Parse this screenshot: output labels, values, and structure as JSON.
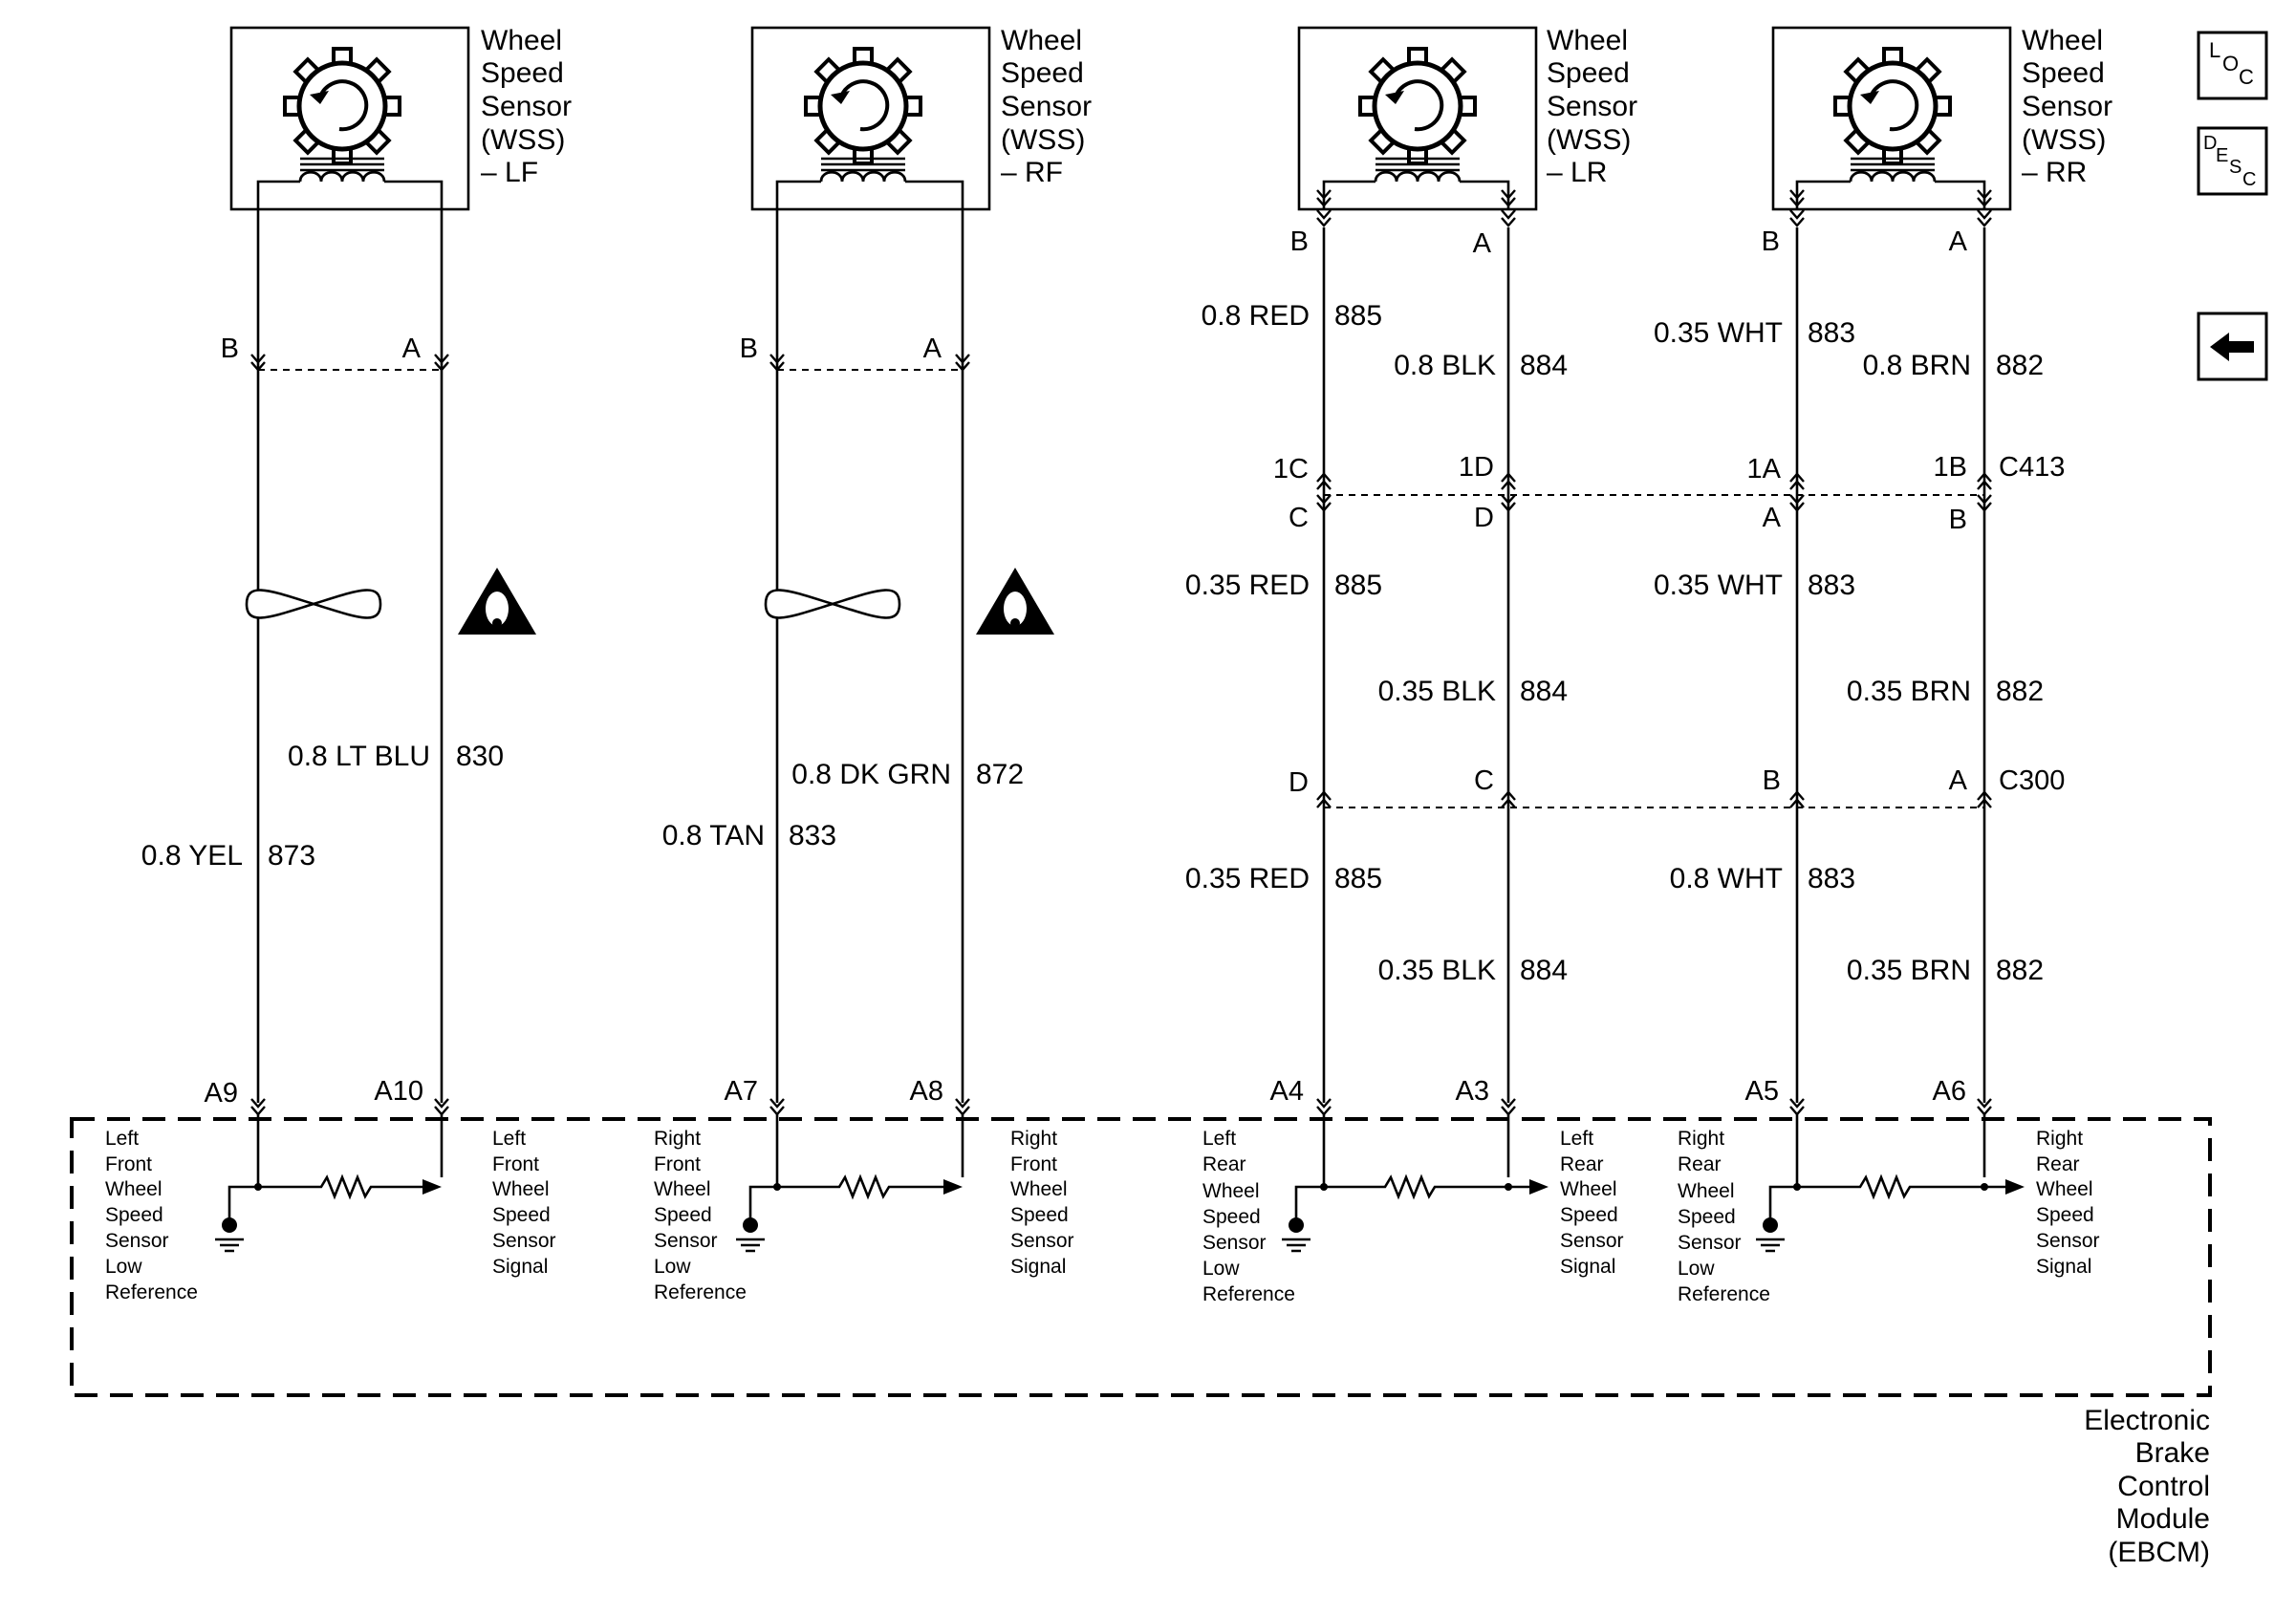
{
  "sensors": [
    {
      "id": "lf",
      "title": [
        "Wheel",
        "Speed",
        "Sensor",
        "(WSS)",
        "– LF"
      ],
      "pin_left": "B",
      "pin_right": "A"
    },
    {
      "id": "rf",
      "title": [
        "Wheel",
        "Speed",
        "Sensor",
        "(WSS)",
        "– RF"
      ],
      "pin_left": "B",
      "pin_right": "A"
    },
    {
      "id": "lr",
      "title": [
        "Wheel",
        "Speed",
        "Sensor",
        "(WSS)",
        "– LR"
      ],
      "pin_left": "B",
      "pin_right": "A"
    },
    {
      "id": "rr",
      "title": [
        "Wheel",
        "Speed",
        "Sensor",
        "(WSS)",
        "– RR"
      ],
      "pin_left": "B",
      "pin_right": "A"
    }
  ],
  "front_wires": {
    "lf": {
      "left": {
        "color": "0.8 YEL",
        "circuit": "873"
      },
      "right": {
        "color": "0.8 LT BLU",
        "circuit": "830"
      }
    },
    "rf": {
      "left": {
        "color": "0.8 TAN",
        "circuit": "833"
      },
      "right": {
        "color": "0.8 DK GRN",
        "circuit": "872"
      }
    }
  },
  "rear_top_wires": {
    "lr": {
      "left": {
        "color": "0.8 RED",
        "circuit": "885"
      },
      "right": {
        "color": "0.8 BLK",
        "circuit": "884"
      }
    },
    "rr": {
      "left": {
        "color": "0.35 WHT",
        "circuit": "883"
      },
      "right": {
        "color": "0.8 BRN",
        "circuit": "882"
      }
    }
  },
  "connector_c413": {
    "name": "C413",
    "top_pins": [
      "1C",
      "1D",
      "1A",
      "1B"
    ],
    "bottom_pins": [
      "C",
      "D",
      "A",
      "B"
    ]
  },
  "rear_mid_wires": {
    "lr": {
      "left": {
        "color": "0.35 RED",
        "circuit": "885"
      },
      "right": {
        "color": "0.35 BLK",
        "circuit": "884"
      }
    },
    "rr": {
      "left": {
        "color": "0.35 WHT",
        "circuit": "883"
      },
      "right": {
        "color": "0.35 BRN",
        "circuit": "882"
      }
    }
  },
  "connector_c300": {
    "name": "C300",
    "top_pins": [
      "D",
      "C",
      "B",
      "A"
    ]
  },
  "rear_bottom_wires": {
    "lr": {
      "left": {
        "color": "0.35 RED",
        "circuit": "885"
      },
      "right": {
        "color": "0.35 BLK",
        "circuit": "884"
      }
    },
    "rr": {
      "left": {
        "color": "0.8 WHT",
        "circuit": "883"
      },
      "right": {
        "color": "0.35 BRN",
        "circuit": "882"
      }
    }
  },
  "module_pins": [
    "A9",
    "A10",
    "A7",
    "A8",
    "A4",
    "A3",
    "A5",
    "A6"
  ],
  "module_descriptions": {
    "lf_low": [
      "Left",
      "Front",
      "Wheel",
      "Speed",
      "Sensor",
      "Low",
      "Reference"
    ],
    "lf_sig": [
      "Left",
      "Front",
      "Wheel",
      "Speed",
      "Sensor",
      "Signal"
    ],
    "rf_low": [
      "Right",
      "Front",
      "Wheel",
      "Speed",
      "Sensor",
      "Low",
      "Reference"
    ],
    "rf_sig": [
      "Right",
      "Front",
      "Wheel",
      "Speed",
      "Sensor",
      "Signal"
    ],
    "lr_low": [
      "Left",
      "Rear",
      "Wheel",
      "Speed",
      "Sensor",
      "Low",
      "Reference"
    ],
    "lr_sig": [
      "Left",
      "Rear",
      "Wheel",
      "Speed",
      "Sensor",
      "Signal"
    ],
    "rr_low": [
      "Right",
      "Rear",
      "Wheel",
      "Speed",
      "Sensor",
      "Low",
      "Reference"
    ],
    "rr_sig": [
      "Right",
      "Rear",
      "Wheel",
      "Speed",
      "Sensor",
      "Signal"
    ]
  },
  "module_title": [
    "Electronic",
    "Brake",
    "Control",
    "Module",
    "(EBCM)"
  ],
  "side_buttons": {
    "loc": {
      "l1": "L",
      "l2": "O",
      "l3": "C",
      "icon": "loc-icon"
    },
    "desc": {
      "l1": "D",
      "l2": "E",
      "l3": "S",
      "l4": "C",
      "icon": "desc-icon"
    },
    "back": {
      "icon": "back-arrow-icon"
    }
  }
}
